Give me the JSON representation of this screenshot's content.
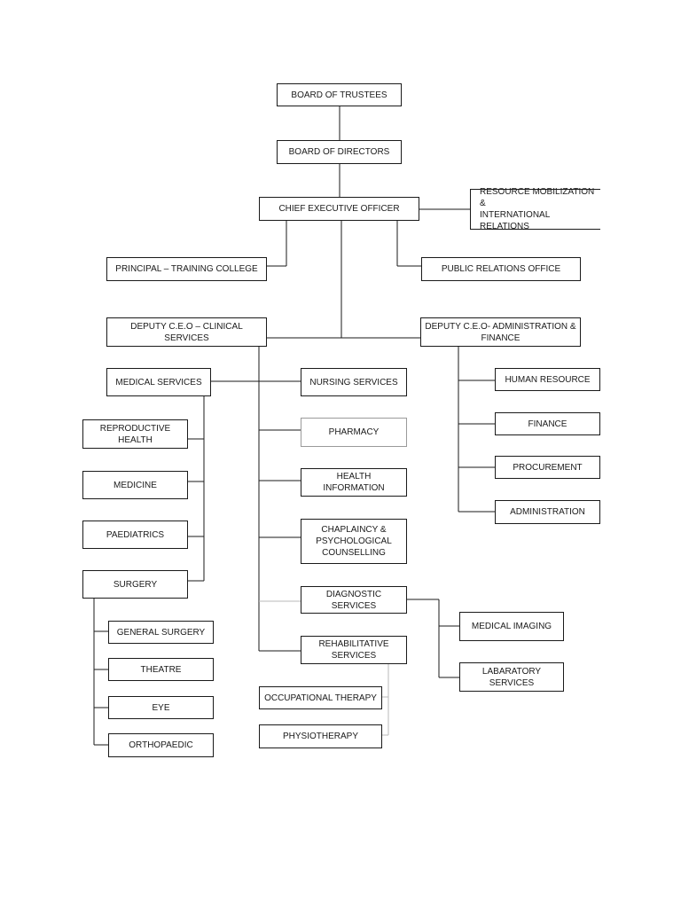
{
  "org_chart": {
    "board_of_trustees": "BOARD OF TRUSTEES",
    "board_of_directors": "BOARD OF DIRECTORS",
    "ceo": "CHIEF EXECUTIVE OFFICER",
    "resource_mobilization": "RESOURCE MOBILIZATION &\nINTERNATIONAL RELATIONS",
    "principal_training_college": "PRINCIPAL – TRAINING COLLEGE",
    "public_relations_office": "PUBLIC RELATIONS OFFICE",
    "deputy_ceo_clinical": "DEPUTY C.E.O – CLINICAL SERVICES",
    "deputy_ceo_admin": "DEPUTY C.E.O- ADMINISTRATION &\nFINANCE",
    "clinical": {
      "medical_services": "MEDICAL SERVICES",
      "nursing_services": "NURSING SERVICES",
      "pharmacy": "PHARMACY",
      "health_information": "HEALTH INFORMATION",
      "chaplaincy": "CHAPLAINCY &\nPSYCHOLOGICAL\nCOUNSELLING",
      "diagnostic_services": "DIAGNOSTIC SERVICES",
      "rehabilitative_services": "REHABILITATIVE\nSERVICES"
    },
    "medical": {
      "reproductive_health": "REPRODUCTIVE HEALTH",
      "medicine": "MEDICINE",
      "paediatrics": "PAEDIATRICS",
      "surgery": "SURGERY"
    },
    "surgery": {
      "general_surgery": "GENERAL SURGERY",
      "theatre": "THEATRE",
      "eye": "EYE",
      "orthopaedic": "ORTHOPAEDIC"
    },
    "diagnostic": {
      "medical_imaging": "MEDICAL IMAGING",
      "laboratory_services": "LABARATORY SERVICES"
    },
    "rehabilitative": {
      "occupational_therapy": "OCCUPATIONAL THERAPY",
      "physiotherapy": "PHYSIOTHERAPY"
    },
    "administration": {
      "human_resource": "HUMAN RESOURCE",
      "finance": "FINANCE",
      "procurement": "PROCUREMENT",
      "administration": "ADMINISTRATION"
    }
  }
}
